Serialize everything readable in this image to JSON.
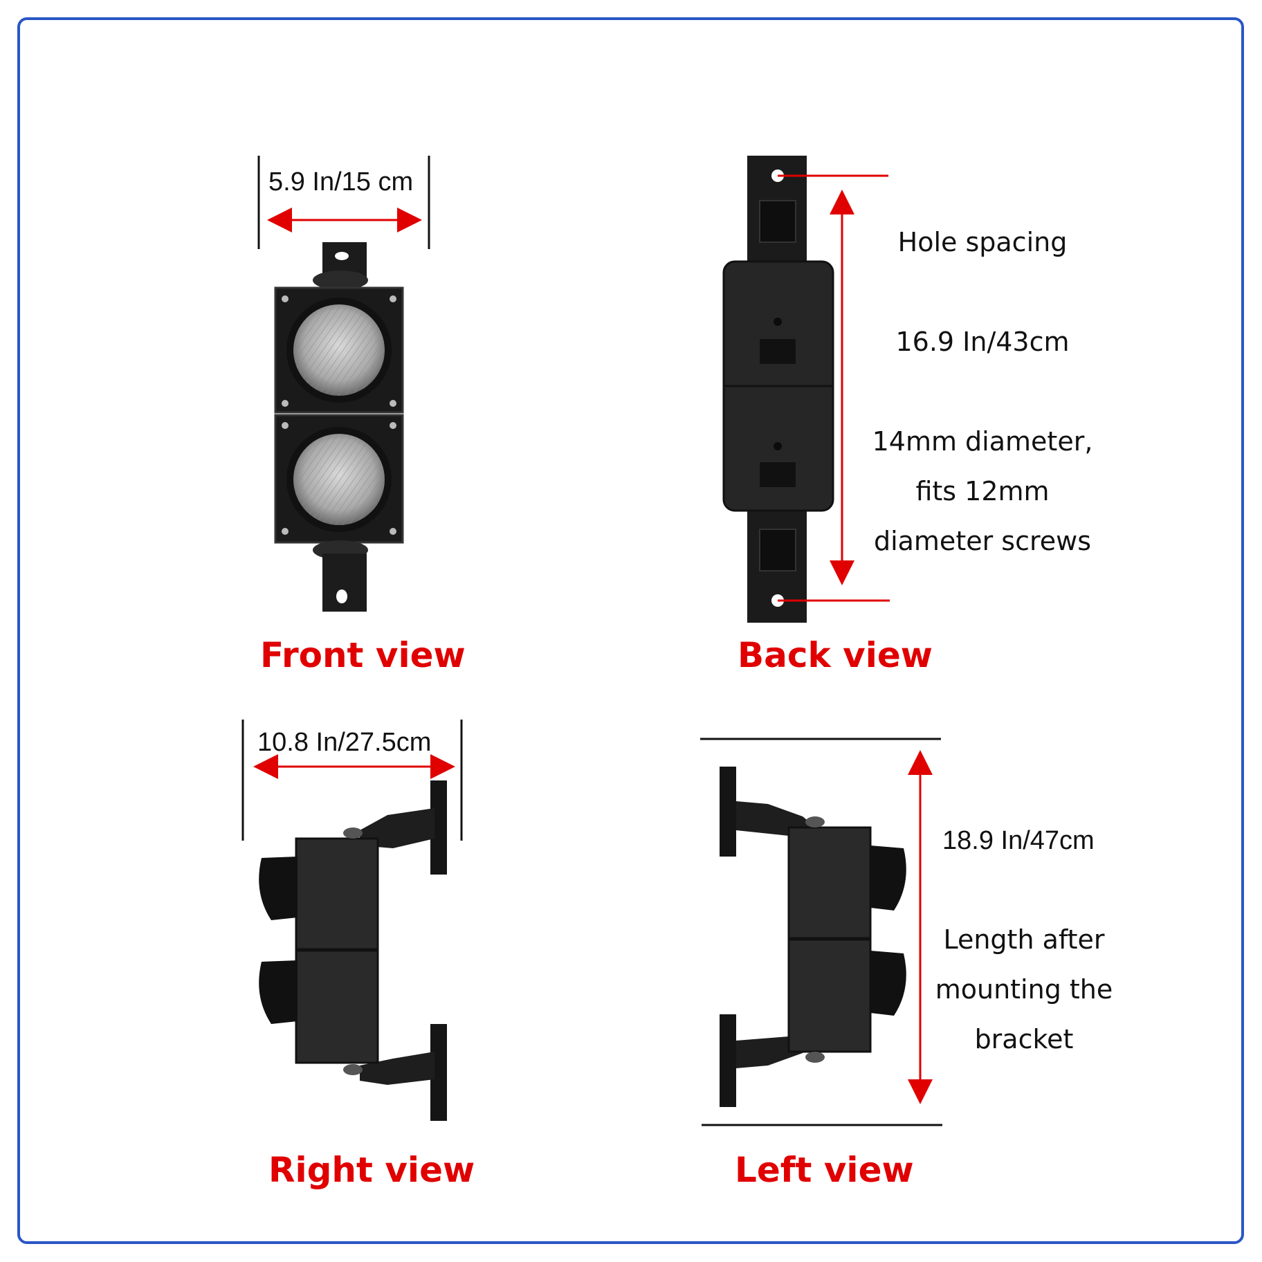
{
  "colors": {
    "frame": "#2a56c6",
    "title": "#e00000",
    "dimension_line": "#e00000",
    "device": "#1c1c1c"
  },
  "front": {
    "title": "Front view",
    "width_label": "5.9 In/15 cm"
  },
  "back": {
    "title": "Back view",
    "hole_spacing_label": "Hole spacing",
    "hole_spacing_value": "16.9 In/43cm",
    "hole_note_1": "14mm diameter,",
    "hole_note_2": "fits 12mm",
    "hole_note_3": "diameter screws"
  },
  "right": {
    "title": "Right view",
    "depth_label": "10.8 In/27.5cm"
  },
  "left": {
    "title": "Left view",
    "length_label": "18.9 In/47cm",
    "length_note_1": "Length after",
    "length_note_2": "mounting the",
    "length_note_3": "bracket"
  }
}
